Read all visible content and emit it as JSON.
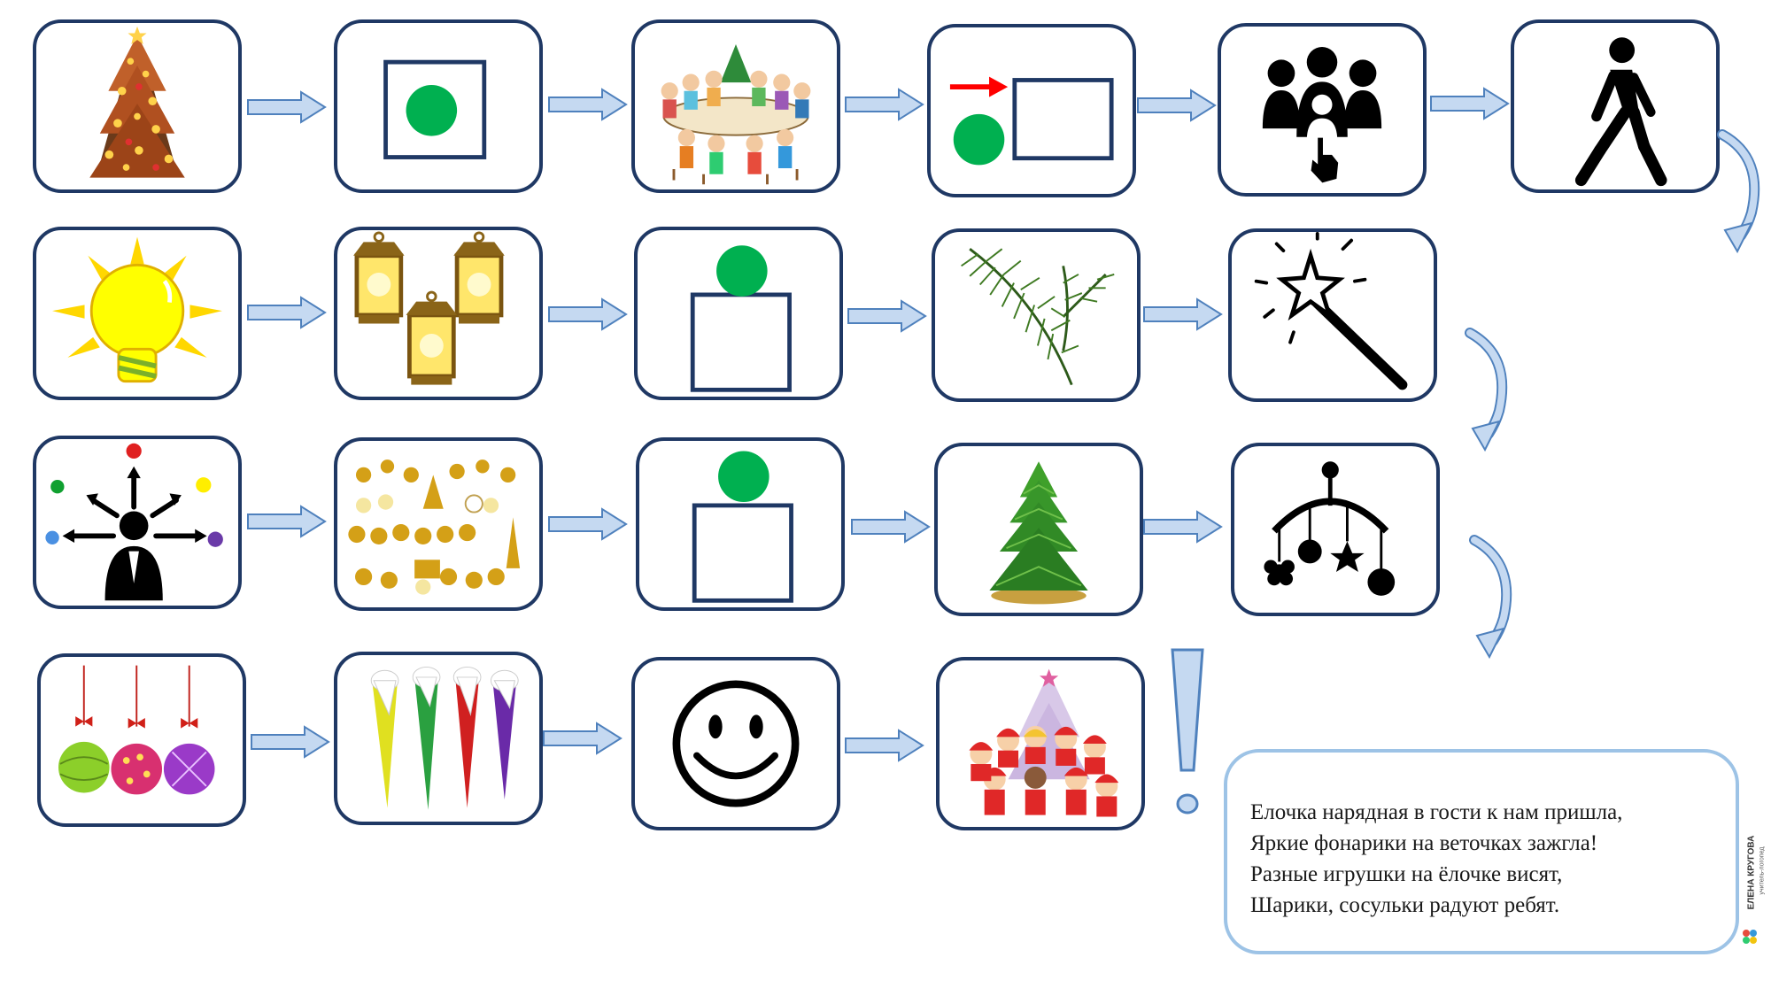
{
  "cards": [
    {
      "icon": "christmas-tree-lights-icon"
    },
    {
      "icon": "green-dot-in-square-icon"
    },
    {
      "icon": "children-at-table-icon"
    },
    {
      "icon": "green-dot-move-to-square-icon"
    },
    {
      "icon": "group-choose-one-icon"
    },
    {
      "icon": "walking-person-icon"
    },
    {
      "icon": "light-bulb-icon"
    },
    {
      "icon": "lanterns-icon"
    },
    {
      "icon": "green-dot-on-square-icon"
    },
    {
      "icon": "fir-branch-icon"
    },
    {
      "icon": "magic-wand-icon"
    },
    {
      "icon": "person-directions-icon"
    },
    {
      "icon": "gold-ornaments-icon"
    },
    {
      "icon": "green-dot-on-square-icon"
    },
    {
      "icon": "fir-tree-icon"
    },
    {
      "icon": "baby-mobile-icon"
    },
    {
      "icon": "christmas-balls-icon"
    },
    {
      "icon": "icicles-icon"
    },
    {
      "icon": "smiley-face-icon"
    },
    {
      "icon": "children-by-tree-icon"
    }
  ],
  "poem": [
    "Елочка нарядная в гости к нам пришла,",
    "Яркие фонарики на веточках зажгла!",
    "Разные игрушки на ёлочке висят,",
    "Шарики, сосульки радуют ребят."
  ],
  "brand": {
    "name": "ЕЛЕНА КРУГОВА",
    "subtitle": "учитель-логопед"
  },
  "colors": {
    "card_border": "#1f3864",
    "arrow_fill": "#c5d9f1",
    "arrow_stroke": "#4f81bd",
    "dot_green": "#00b050"
  }
}
